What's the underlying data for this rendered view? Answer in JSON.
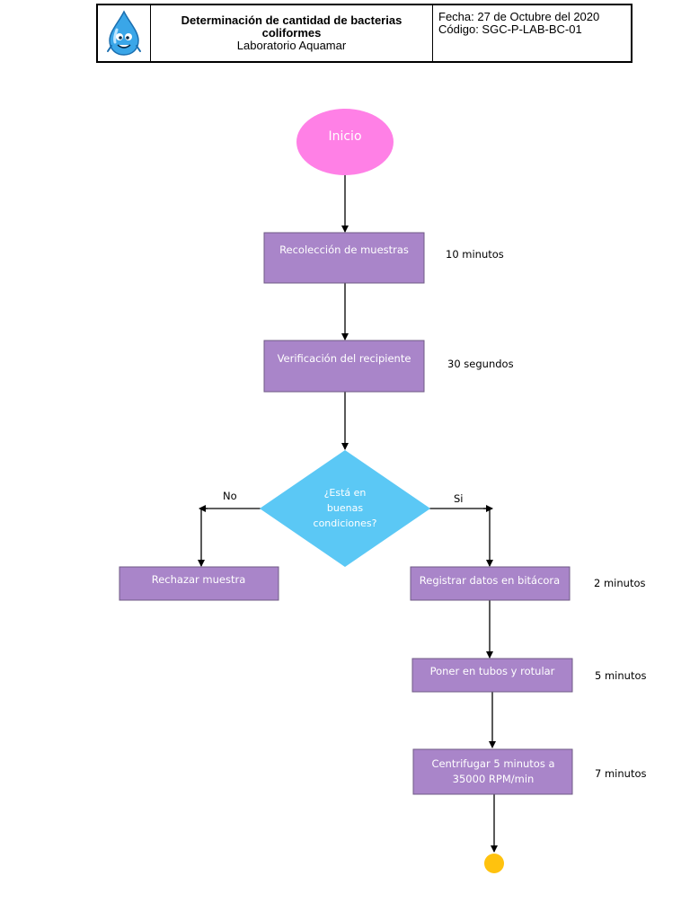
{
  "header": {
    "title_line1": "Determinación de cantidad de bacterias",
    "title_line2": "coliformes",
    "lab_name": "Laboratorio Aquamar",
    "date": "Fecha: 27 de Octubre del 2020",
    "code": "Código: SGC-P-LAB-BC-01",
    "logo_icon": "water-drop-mascot-icon"
  },
  "colors": {
    "start": "#ff80e6",
    "process": "#a985c9",
    "process_border": "#6f5a85",
    "decision": "#5bc8f5",
    "end": "#ffc20e",
    "text_on_shape": "#ffffff"
  },
  "flowchart": {
    "start": "Inicio",
    "steps": {
      "collect": "Recolección de muestras",
      "verify": "Verificación del recipiente",
      "reject": "Rechazar muestra",
      "register": "Registrar datos en bitácora",
      "tubes": "Poner en tubos y rotular",
      "centrifuge_line1": "Centrifugar 5 minutos a",
      "centrifuge_line2": "35000 RPM/min"
    },
    "decision": {
      "line1": "¿Está en",
      "line2": "buenas",
      "line3": "condiciones?",
      "no": "No",
      "yes": "Si"
    },
    "times": {
      "collect": "10 minutos",
      "verify": "30 segundos",
      "register": "2 minutos",
      "tubes": "5 minutos",
      "centrifuge": "7 minutos"
    }
  }
}
